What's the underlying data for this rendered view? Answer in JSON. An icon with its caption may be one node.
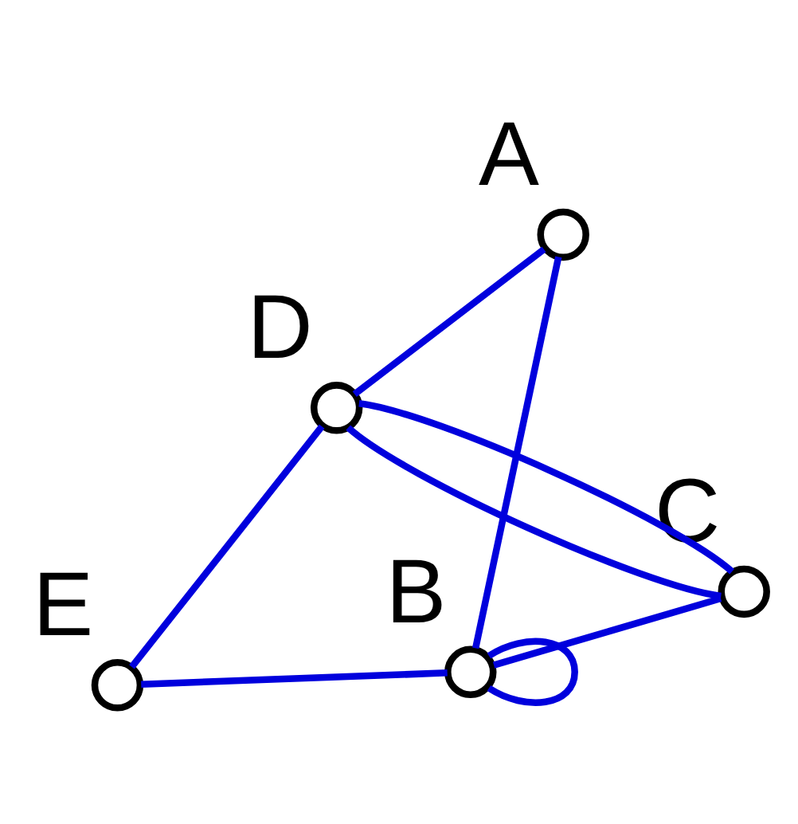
{
  "diagram": {
    "nodes": [
      {
        "text": [],
        "shape": "circle",
        "beside": [
          "A"
        ]
      },
      {
        "text": [],
        "shape": "circle",
        "beside": [
          "B"
        ]
      },
      {
        "text": [],
        "shape": "circle",
        "beside": [
          "C"
        ]
      },
      {
        "text": [],
        "shape": "circle",
        "beside": [
          "D"
        ]
      },
      {
        "text": [],
        "shape": "circle",
        "beside": [
          "E"
        ]
      }
    ],
    "edges": [
      {
        "from": 0,
        "to": 1,
        "arrow": "none"
      },
      {
        "from": 1,
        "to": 1,
        "arrow": "none"
      },
      {
        "from": 1,
        "to": 2,
        "arrow": "none"
      },
      {
        "from": 0,
        "to": 3,
        "arrow": "none"
      },
      {
        "from": 1,
        "to": 4,
        "arrow": "none"
      },
      {
        "from": 2,
        "to": 3,
        "arrow": "none"
      },
      {
        "from": 2,
        "to": 3,
        "arrow": "none"
      },
      {
        "from": 4,
        "to": 3,
        "arrow": "none"
      }
    ]
  }
}
